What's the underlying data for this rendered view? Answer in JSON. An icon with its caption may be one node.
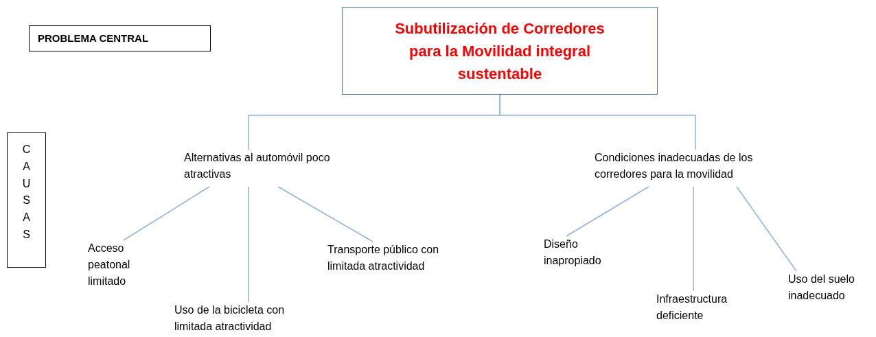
{
  "diagram": {
    "nodes": [
      {
        "text": [
          "PROBLEMA CENTRAL"
        ]
      },
      {
        "text": [
          "Subutilización de Corredores para la Movilidad integral sustentable"
        ]
      },
      {
        "text": [
          "CAUSAS"
        ]
      },
      {
        "text": [
          "Alternativas al automóvil poco atractivas"
        ]
      },
      {
        "text": [
          "Condiciones inadecuadas de los corredores para la movilidad"
        ]
      },
      {
        "text": [
          "Acceso peatonal limitado"
        ]
      },
      {
        "text": [
          "Uso de la bicicleta con limitada atractividad"
        ]
      },
      {
        "text": [
          "Transporte público con limitada atractividad"
        ]
      },
      {
        "text": [
          "Diseño inapropiado"
        ]
      },
      {
        "text": [
          "Infraestructura deficiente"
        ]
      },
      {
        "text": [
          "Uso del suelo inadecuado"
        ]
      }
    ],
    "edges": [
      {
        "from": 1,
        "to": 3,
        "arrow": "none"
      },
      {
        "from": 1,
        "to": 4,
        "arrow": "none"
      },
      {
        "from": 3,
        "to": 5,
        "arrow": "none"
      },
      {
        "from": 3,
        "to": 6,
        "arrow": "none"
      },
      {
        "from": 3,
        "to": 7,
        "arrow": "none"
      },
      {
        "from": 4,
        "to": 8,
        "arrow": "none"
      },
      {
        "from": 4,
        "to": 9,
        "arrow": "none"
      },
      {
        "from": 4,
        "to": 10,
        "arrow": "none"
      }
    ]
  }
}
